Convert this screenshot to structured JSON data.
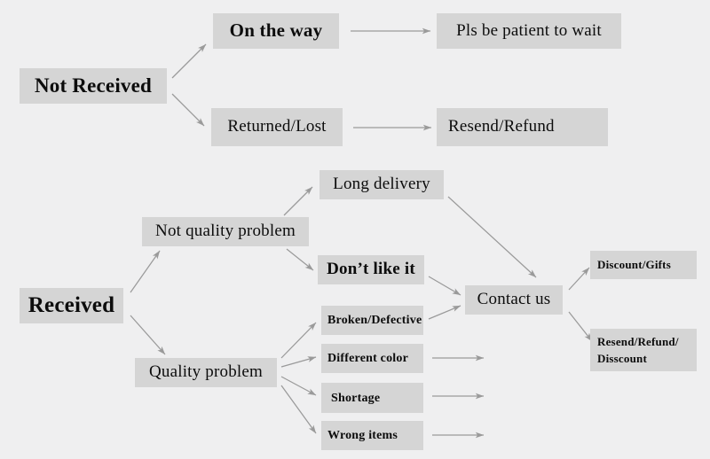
{
  "diagram": {
    "title": "Order issue resolution flowchart",
    "background_color": "#efeff0",
    "node_fill_color": "#d5d5d5",
    "text_color": "#0c0c0c",
    "arrow_color": "#9a9a9a",
    "nodes": {
      "not_received": "Not Received",
      "on_the_way": "On the way",
      "pls_be_patient": "Pls be patient to wait",
      "returned_lost": "Returned/Lost",
      "resend_refund": "Resend/Refund",
      "received": "Received",
      "not_quality_problem": "Not quality problem",
      "quality_problem": "Quality problem",
      "long_delivery": "Long delivery",
      "dont_like_it": "Don’t like it",
      "broken_defective": "Broken/Defective",
      "different_color": "Different color",
      "shortage": "Shortage",
      "wrong_items": "Wrong items",
      "contact_us": "Contact us",
      "discount_gifts": "Discount/Gifts",
      "resend_refund_discount": "Resend/Refund/\nDisscount"
    }
  }
}
